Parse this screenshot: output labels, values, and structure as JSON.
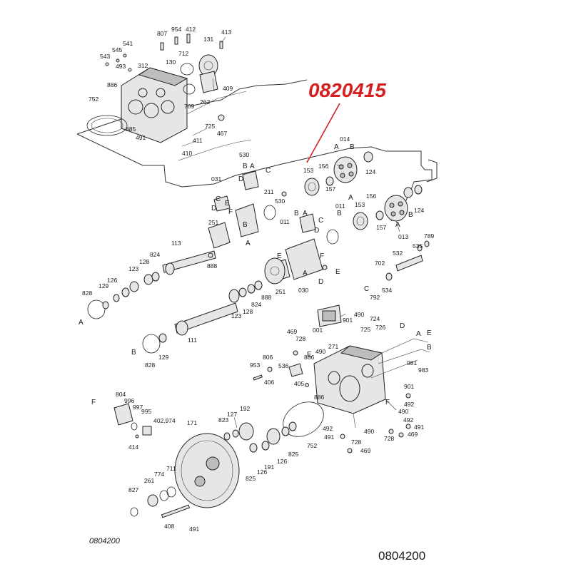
{
  "callout": {
    "text": "0820415",
    "color": "#d42020"
  },
  "footer": {
    "left_code": "0804200",
    "right_code": "0804200"
  },
  "part_labels": [
    "807",
    "954",
    "412",
    "413",
    "541",
    "131",
    "543",
    "545",
    "312",
    "712",
    "493",
    "130",
    "886",
    "409",
    "752",
    "262",
    "709",
    "725",
    "885",
    "467",
    "491",
    "411",
    "410",
    "014",
    "153",
    "156",
    "124",
    "157",
    "530",
    "211",
    "031",
    "156",
    "011",
    "153",
    "124",
    "530",
    "157",
    "011",
    "013",
    "789",
    "113",
    "251",
    "535",
    "824",
    "128",
    "532",
    "123",
    "888",
    "702",
    "792",
    "534",
    "828",
    "129",
    "126",
    "123",
    "888",
    "251",
    "128",
    "030",
    "824",
    "001",
    "901",
    "490",
    "724",
    "725",
    "726",
    "469",
    "728",
    "111",
    "490",
    "271",
    "828",
    "129",
    "806",
    "886",
    "981",
    "953",
    "536",
    "983",
    "406",
    "405",
    "886",
    "901",
    "804",
    "996",
    "997",
    "995",
    "402,974",
    "171",
    "823",
    "127",
    "192",
    "490",
    "414",
    "492",
    "491",
    "728",
    "469",
    "752",
    "191",
    "825",
    "126",
    "126",
    "825",
    "774",
    "261",
    "711",
    "827",
    "408",
    "491",
    "492",
    "490",
    "492",
    "491",
    "728",
    "469"
  ],
  "letters": [
    "A",
    "B",
    "C",
    "D",
    "E",
    "F"
  ]
}
